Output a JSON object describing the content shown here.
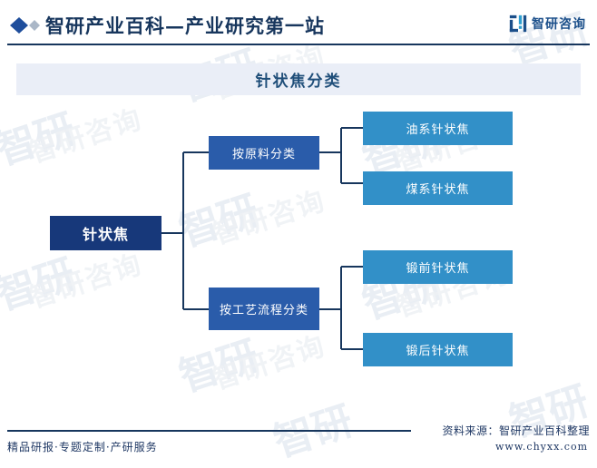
{
  "header": {
    "title": "智研产业百科—产业研究第一站",
    "diamond_icon": "diamond-icon",
    "logo_text": "智研咨询",
    "logo_icon": "zhiyan-logo-icon"
  },
  "title_band": {
    "text": "针状焦分类"
  },
  "chart_data": {
    "type": "diagram",
    "title": "针状焦分类",
    "root": {
      "label": "针状焦",
      "color": "#17387a"
    },
    "branches": [
      {
        "label": "按原料分类",
        "color": "#2a5caa",
        "children": [
          {
            "label": "油系针状焦",
            "color": "#3290c8"
          },
          {
            "label": "煤系针状焦",
            "color": "#3290c8"
          }
        ]
      },
      {
        "label": "按工艺流程分类",
        "color": "#2a5caa",
        "children": [
          {
            "label": "锻前针状焦",
            "color": "#3290c8"
          },
          {
            "label": "锻后针状焦",
            "color": "#3290c8"
          }
        ]
      }
    ],
    "connector_color": "#17365d"
  },
  "nodes": {
    "root": "针状焦",
    "mid_1": "按原料分类",
    "mid_2": "按工艺流程分类",
    "leaf_1": "油系针状焦",
    "leaf_2": "煤系针状焦",
    "leaf_3": "锻前针状焦",
    "leaf_4": "锻后针状焦"
  },
  "footer": {
    "tagline": "精品研报·专题定制·产研服务",
    "source": "资料来源：智研产业百科整理",
    "url": "www.chyxx.com"
  },
  "watermarks": {
    "text": "智研咨询",
    "mark": "智研"
  },
  "colors": {
    "navy": "#17365d",
    "root_blue": "#17387a",
    "mid_blue": "#2a5caa",
    "leaf_blue": "#3290c8",
    "band_bg": "#eaeef7"
  }
}
